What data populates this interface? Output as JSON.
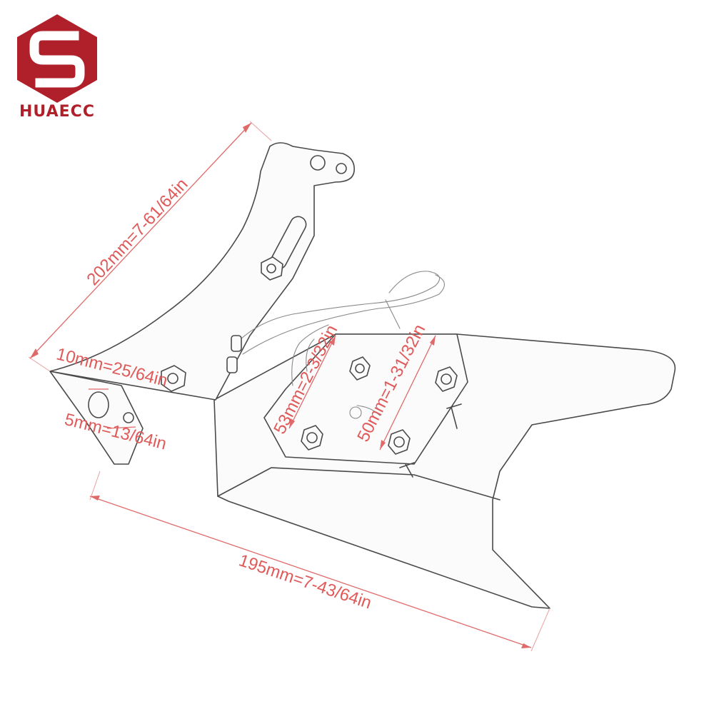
{
  "brand": {
    "name": "HUAECC",
    "logo_color": "#b0202a",
    "text_color": "#b0202a"
  },
  "dimensions": {
    "height_label": "202mm=7-61/64in",
    "hole_width_label": "10mm=25/64in",
    "hole_small_label": "5mm=13/64in",
    "plate_width_label": "53mm=2-3/32in",
    "plate_depth_label": "50mm=1-31/32in",
    "total_length_label": "195mm=7-43/64in"
  },
  "colors": {
    "dimension": "#e05a5a",
    "linework": "#4a4a4a"
  }
}
